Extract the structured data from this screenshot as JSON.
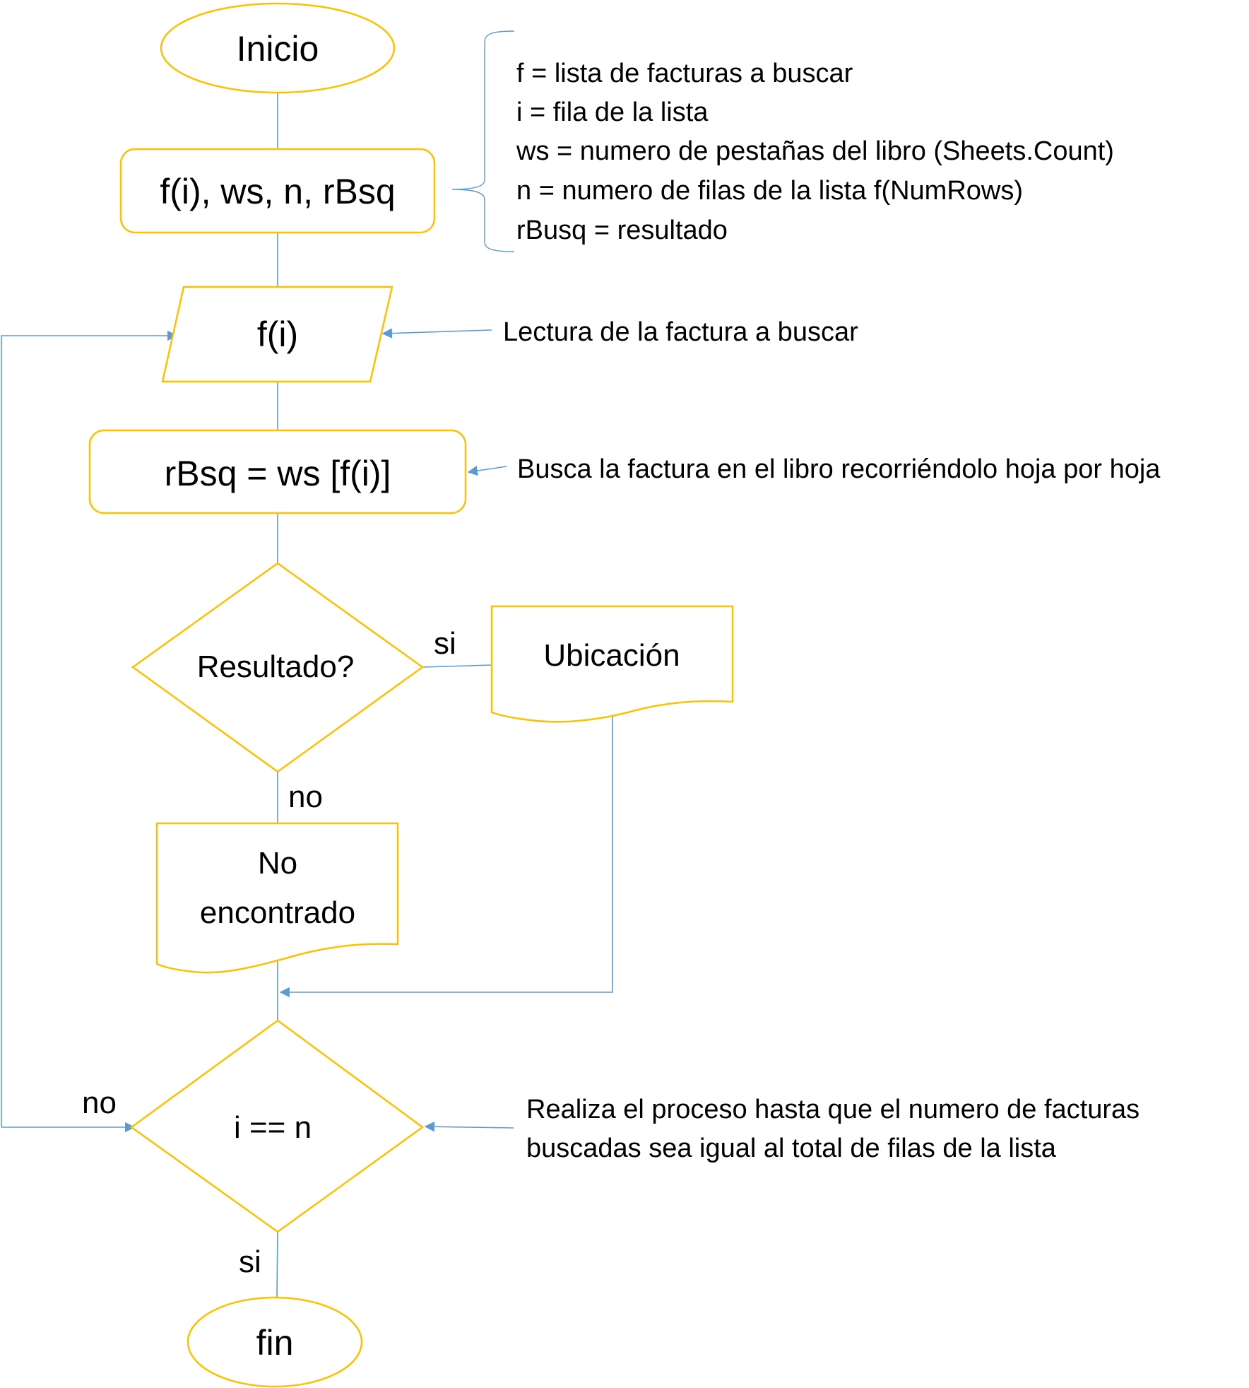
{
  "colors": {
    "shape_stroke": "#FFC000",
    "connector": "#5B9BD5",
    "text": "#000000",
    "background": "#FFFFFF"
  },
  "nodes": {
    "start": "Inicio",
    "declare": "f(i), ws, n, rBsq",
    "input": "f(i)",
    "process": "rBsq = ws [f(i)]",
    "decision_result": "Resultado?",
    "doc_found": "Ubicación",
    "doc_not_found_line1": "No",
    "doc_not_found_line2": "encontrado",
    "decision_loop": "i == n",
    "end": "fin"
  },
  "edge_labels": {
    "result_yes": "si",
    "result_no": "no",
    "loop_no": "no",
    "loop_yes": "si"
  },
  "notes": {
    "variables": [
      "f = lista de facturas a buscar",
      "i = fila de la lista",
      "ws = numero de pestañas del libro (Sheets.Count)",
      "n = numero de filas de la lista f(NumRows)",
      "rBusq =  resultado"
    ],
    "input_note": "Lectura de la factura a buscar",
    "process_note": "Busca la factura en el libro recorriéndolo hoja por hoja",
    "loop_note_line1": "Realiza el proceso hasta que el numero de facturas",
    "loop_note_line2": "buscadas sea igual al total de filas de la lista"
  }
}
